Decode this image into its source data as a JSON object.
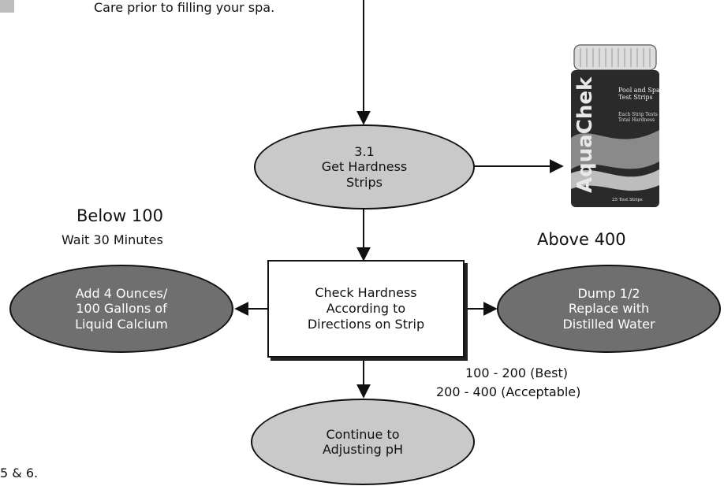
{
  "intro_text": "Care prior to filling your spa.",
  "footer_text": "5 & 6.",
  "colors": {
    "light_fill": "#c9c9c9",
    "dark_fill": "#6f6f6f",
    "stroke": "#111111"
  },
  "nodes": {
    "get_strips": "3.1\nGet Hardness\nStrips",
    "check_hardness": "Check Hardness\nAccording to\nDirections on Strip",
    "add_calcium": "Add 4 Ounces/\n100 Gallons of\nLiquid Calcium",
    "dump_replace": "Dump 1/2\nReplace with\nDistilled Water",
    "continue_ph": "Continue to\nAdjusting pH"
  },
  "labels": {
    "below": "Below 100",
    "wait": "Wait 30 Minutes",
    "above": "Above 400",
    "range_best": "100 - 200 (Best)",
    "range_acceptable": "200 - 400 (Acceptable)"
  },
  "product": {
    "title": "Pool and Spa\nTest Strips",
    "subtitle": "Each Strip Tests\nTotal Hardness",
    "count": "25 Test Strips",
    "logo": "AquaChek"
  }
}
